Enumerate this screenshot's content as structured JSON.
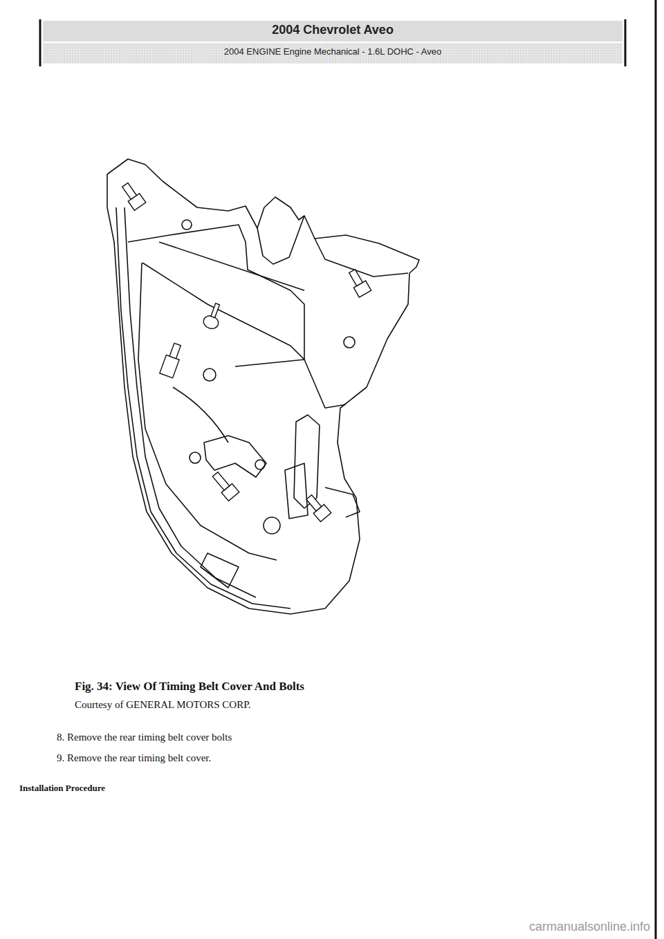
{
  "diagram": {
    "title": "2004 Chevrolet Aveo",
    "caption": "Fig. 34: View Of Timing Belt Cover And Bolts",
    "labels": [
      "2004 ENGINE Engine Mechanical - 1.6L DOHC - Aveo",
      "Courtesy of GENERAL MOTORS CORP.",
      "8. Remove the rear timing belt cover bolts",
      "9. Remove the rear timing belt cover.",
      "Installation Procedure",
      "carmanualsonline.info"
    ]
  }
}
